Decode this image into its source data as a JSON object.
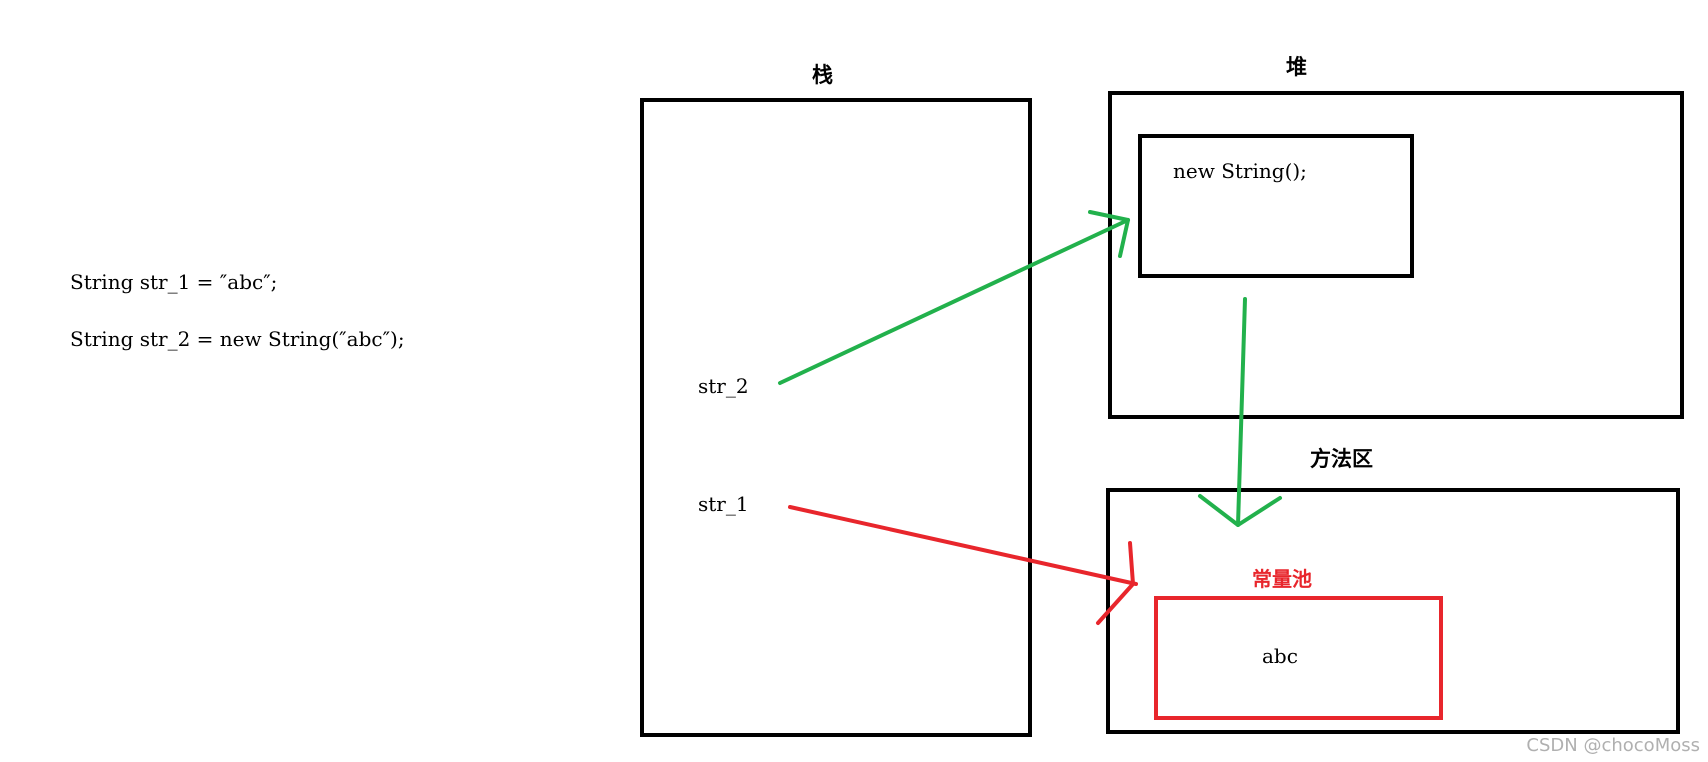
{
  "code": {
    "line1": "String str_1 = ″abc″;",
    "line2": "String str_2 = new String(″abc″);"
  },
  "stack": {
    "title": "栈",
    "var_str2": "str_2",
    "var_str1": "str_1"
  },
  "heap": {
    "title": "堆",
    "object_label": "new String();"
  },
  "method_area": {
    "title": "方法区",
    "pool_title": "常量池",
    "pool_value": "abc"
  },
  "watermark": "CSDN @chocoMoss",
  "colors": {
    "reference_str2": "#22b14c",
    "reference_str1": "#e8262c",
    "box_border": "#000000"
  }
}
